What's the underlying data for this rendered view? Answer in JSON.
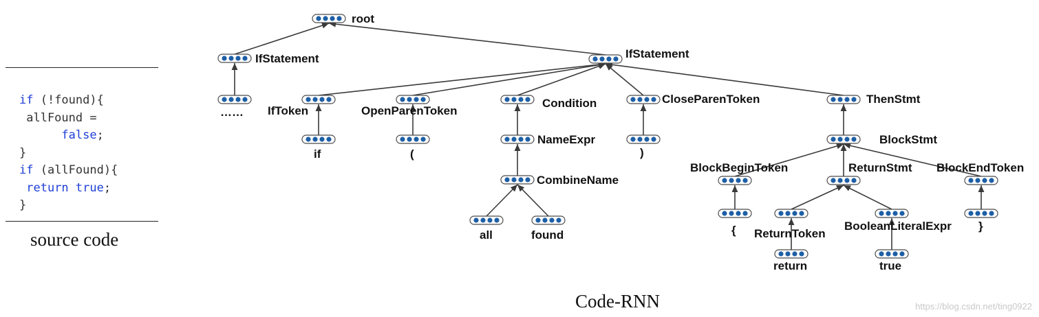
{
  "source_panel": {
    "lines": [
      [
        {
          "t": "if",
          "kw": true
        },
        {
          "t": " (!found){",
          "kw": false
        }
      ],
      [
        {
          "t": " allFound =",
          "kw": false
        }
      ],
      [
        {
          "t": "      ",
          "kw": false
        },
        {
          "t": "false",
          "kw": true
        },
        {
          "t": ";",
          "kw": false
        }
      ],
      [
        {
          "t": "}",
          "kw": false
        }
      ],
      [
        {
          "t": "if",
          "kw": true
        },
        {
          "t": " (allFound){",
          "kw": false
        }
      ],
      [
        {
          "t": " ",
          "kw": false
        },
        {
          "t": "return",
          "kw": true
        },
        {
          "t": " ",
          "kw": false
        },
        {
          "t": "true",
          "kw": true
        },
        {
          "t": ";",
          "kw": false
        }
      ],
      [
        {
          "t": "}",
          "kw": false
        }
      ]
    ],
    "caption": "source code"
  },
  "tree_caption": "Code-RNN",
  "watermark": "https://blog.csdn.net/ting0922",
  "colors": {
    "node_dot": "#1d5fa6",
    "keyword": "#1f3fd6",
    "edge": "#3a3a3a"
  },
  "tree": {
    "nodes": [
      {
        "id": "root",
        "label": "root"
      },
      {
        "id": "if1",
        "label": "IfStatement"
      },
      {
        "id": "dots",
        "label": "……"
      },
      {
        "id": "if2",
        "label": "IfStatement"
      },
      {
        "id": "iftok",
        "label": "IfToken"
      },
      {
        "id": "iflit",
        "label": "if"
      },
      {
        "id": "opt",
        "label": "OpenParenToken"
      },
      {
        "id": "oplit",
        "label": "("
      },
      {
        "id": "cond",
        "label": "Condition"
      },
      {
        "id": "name",
        "label": "NameExpr"
      },
      {
        "id": "comb",
        "label": "CombineName"
      },
      {
        "id": "all",
        "label": "all"
      },
      {
        "id": "found",
        "label": "found"
      },
      {
        "id": "cpt",
        "label": "CloseParenToken"
      },
      {
        "id": "cplit",
        "label": ")"
      },
      {
        "id": "then",
        "label": "ThenStmt"
      },
      {
        "id": "block",
        "label": "BlockStmt"
      },
      {
        "id": "bbt",
        "label": "BlockBeginToken"
      },
      {
        "id": "bblit",
        "label": "{"
      },
      {
        "id": "ret",
        "label": "ReturnStmt"
      },
      {
        "id": "rtok",
        "label": "ReturnToken"
      },
      {
        "id": "rlit",
        "label": "return"
      },
      {
        "id": "bool",
        "label": "BooleanLiteralExpr"
      },
      {
        "id": "tlit",
        "label": "true"
      },
      {
        "id": "bet",
        "label": "BlockEndToken"
      },
      {
        "id": "belit",
        "label": "}"
      }
    ],
    "edges": [
      [
        "if1",
        "root"
      ],
      [
        "if2",
        "root"
      ],
      [
        "dots",
        "if1"
      ],
      [
        "iftok",
        "if2"
      ],
      [
        "opt",
        "if2"
      ],
      [
        "cond",
        "if2"
      ],
      [
        "cpt",
        "if2"
      ],
      [
        "then",
        "if2"
      ],
      [
        "iflit",
        "iftok"
      ],
      [
        "oplit",
        "opt"
      ],
      [
        "name",
        "cond"
      ],
      [
        "comb",
        "name"
      ],
      [
        "all",
        "comb"
      ],
      [
        "found",
        "comb"
      ],
      [
        "cplit",
        "cpt"
      ],
      [
        "block",
        "then"
      ],
      [
        "bbt",
        "block"
      ],
      [
        "ret",
        "block"
      ],
      [
        "bet",
        "block"
      ],
      [
        "bblit",
        "bbt"
      ],
      [
        "rtok",
        "ret"
      ],
      [
        "bool",
        "ret"
      ],
      [
        "rlit",
        "rtok"
      ],
      [
        "tlit",
        "bool"
      ],
      [
        "belit",
        "bet"
      ]
    ]
  }
}
